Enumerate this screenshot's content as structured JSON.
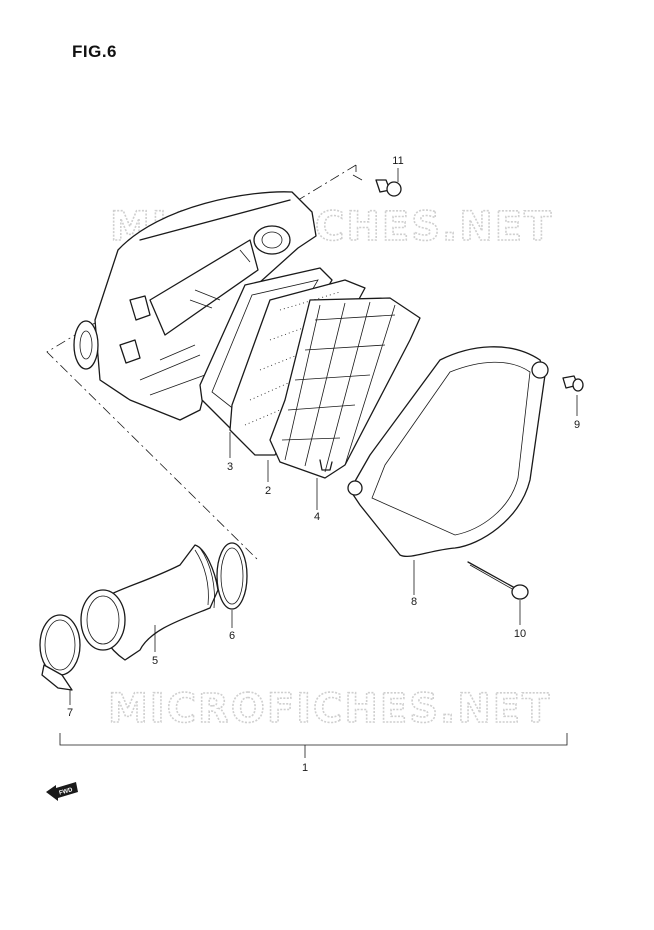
{
  "figure": {
    "title": "FIG.6"
  },
  "watermark": {
    "text": "MICROFICHES.NET"
  },
  "callouts": {
    "c1": "1",
    "c2": "2",
    "c3": "3",
    "c4": "4",
    "c5": "5",
    "c6": "6",
    "c7": "7",
    "c8": "8",
    "c9": "9",
    "c10": "10",
    "c11": "11"
  },
  "fwd_badge": {
    "text": "FWD"
  }
}
